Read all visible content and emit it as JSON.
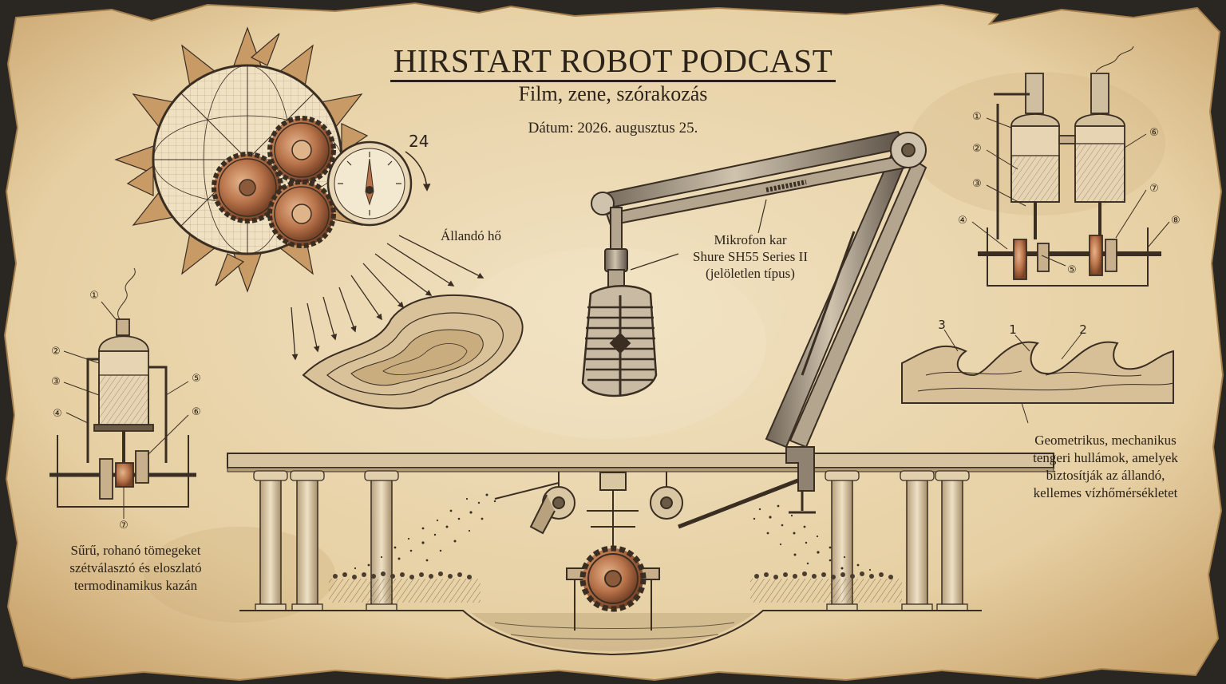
{
  "header": {
    "title": "HIRSTART ROBOT PODCAST",
    "subtitle": "Film, zene, szórakozás",
    "date": "Dátum: 2026. augusztus 25."
  },
  "sun_section": {
    "dial_number": "24",
    "heat_label": "Állandó hő"
  },
  "microphone": {
    "label_line1": "Mikrofon kar",
    "label_line2": "Shure SH55 Series II",
    "label_line3": "(jelöletlen típus)"
  },
  "left_boiler": {
    "callouts": [
      "①",
      "②",
      "③",
      "④",
      "⑤",
      "⑥",
      "⑦"
    ],
    "caption_line1": "Sűrű, rohanó tömegeket",
    "caption_line2": "szétválasztó és eloszlató",
    "caption_line3": "termodinamikus kazán"
  },
  "right_boiler": {
    "callouts": [
      "①",
      "②",
      "③",
      "④",
      "⑤",
      "⑥",
      "⑦",
      "⑧"
    ]
  },
  "waves": {
    "callouts": [
      "3",
      "1",
      "2"
    ],
    "caption_line1": "Geometrikus, mechanikus",
    "caption_line2": "tengeri hullámok, amelyek",
    "caption_line3": "biztosítják az állandó,",
    "caption_line4": "kellemes vízhőmérsékletet"
  },
  "colors": {
    "parchment": "#e9d6b0",
    "ink": "#2b2219",
    "copper": "#b8734a",
    "edge": "#c9a775"
  }
}
